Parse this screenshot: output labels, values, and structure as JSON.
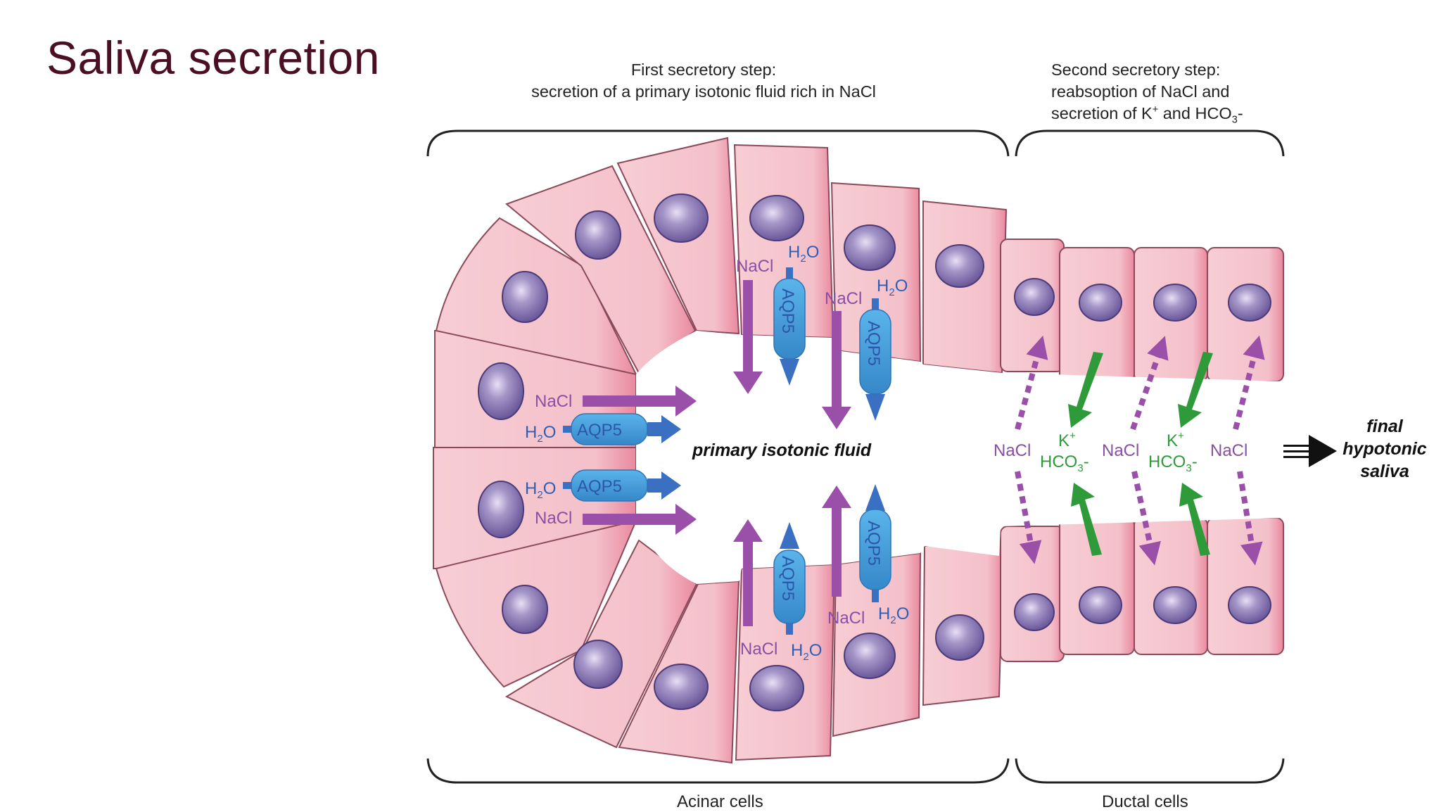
{
  "title": "Saliva secretion",
  "header_first": {
    "line1": "First secretory step:",
    "line2": "secretion of a primary isotonic fluid rich in NaCl"
  },
  "header_second": {
    "line1": "Second secretory step:",
    "line2": "reabsoption of NaCl and",
    "line3_a": "secretion of K",
    "line3_sup": "+",
    "line3_b": " and HCO",
    "line3_sub": "3",
    "line3_c": "-"
  },
  "labels": {
    "nacl": "NaCl",
    "h": "H",
    "two": "2",
    "o": "O",
    "aqp5": "AQP5",
    "lumen": "primary isotonic fluid",
    "k": "K",
    "plus": "+",
    "hco": "HCO",
    "three": "3",
    "minus": "-",
    "final_1": "final",
    "final_2": "hypotonic",
    "final_3": "saliva",
    "acinar": "Acinar cells",
    "ductal": "Ductal cells"
  },
  "colors": {
    "title": "#4a0f24",
    "cell_fill": "#f5c4cc",
    "cell_edge": "#e06b86",
    "nucleus": "#8a76b2",
    "nacl_arrow": "#9a4fa8",
    "water_arrow": "#3a6fc2",
    "aqp_channel": "#4aa3de",
    "ductal_secretion": "#2f9a3a"
  }
}
